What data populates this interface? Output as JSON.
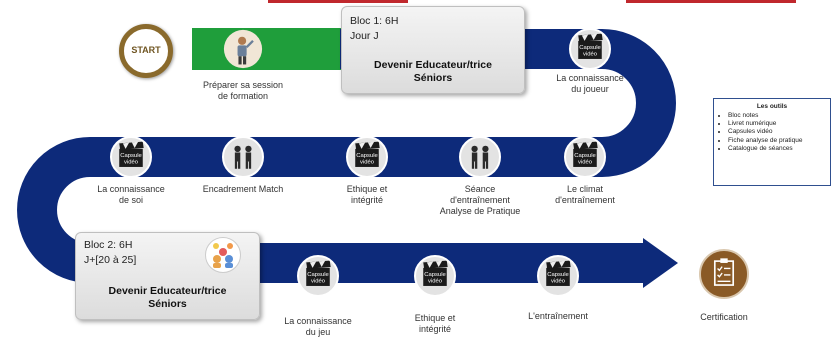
{
  "start_label": "START",
  "steps": [
    {
      "key": "s1",
      "label": "Préparer sa session\nde formation",
      "icon": "presenter-icon"
    },
    {
      "key": "s2",
      "label": "La connaissance\ndu joueur",
      "icon": "video-capsule-icon"
    },
    {
      "key": "s3",
      "label": "Le climat\nd'entraînement",
      "icon": "video-capsule-icon"
    },
    {
      "key": "s4",
      "label": "Séance\nd'entraînement\nAnalyse de Pratique",
      "icon": "coaches-icon"
    },
    {
      "key": "s5",
      "label": "Ethique et\nintégrité",
      "icon": "video-capsule-icon"
    },
    {
      "key": "s6",
      "label": "Encadrement Match",
      "icon": "coaches-icon"
    },
    {
      "key": "s7",
      "label": "La connaissance\nde soi",
      "icon": "video-capsule-icon"
    },
    {
      "key": "s8",
      "label": "La connaissance\ndu jeu",
      "icon": "video-capsule-icon"
    },
    {
      "key": "s9",
      "label": "Ethique et\nintégrité",
      "icon": "video-capsule-icon"
    },
    {
      "key": "s10",
      "label": "L'entraînement",
      "icon": "video-capsule-icon"
    },
    {
      "key": "s11",
      "label": "Certification",
      "icon": "certificate-icon"
    }
  ],
  "capsule_text": [
    "Capsule",
    "vidéo"
  ],
  "bloc1": {
    "line1": "Bloc 1: 6H",
    "line2": "Jour J",
    "title": "Devenir Educateur/trice\nSéniors"
  },
  "bloc2": {
    "line1": "Bloc 2: 6H",
    "line2": "J+[20 à 25]",
    "title": "Devenir Educateur/trice\nSéniors"
  },
  "tools": {
    "title": "Les outils",
    "items": [
      "Bloc notes",
      "Livret numérique",
      "Capsules vidéo",
      "Fiche analyse de pratique",
      "Catalogue de séances"
    ]
  },
  "colors": {
    "path": "#0d2a7a",
    "green": "#1f9e3b",
    "start_ring": "#8a6a2c",
    "node_bg": "#e3e3e3",
    "cert": "#8a5a26"
  }
}
